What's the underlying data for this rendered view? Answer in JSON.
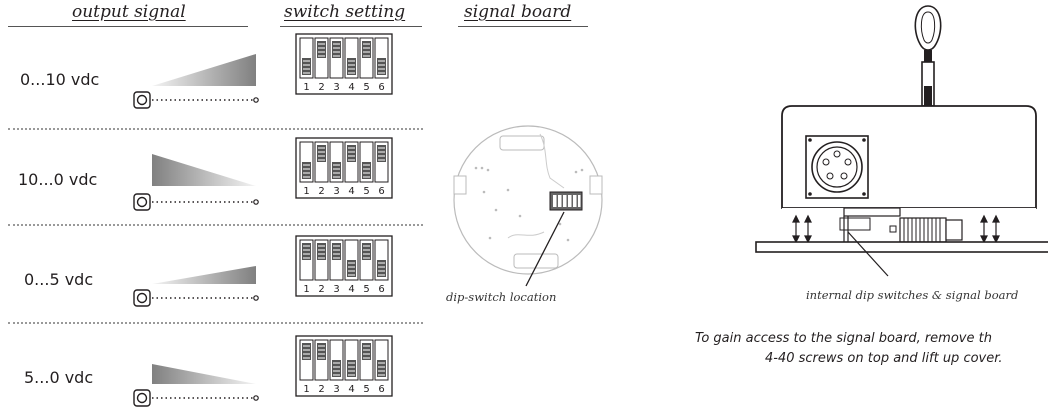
{
  "headers": {
    "output_signal": "output signal",
    "switch_setting": "switch setting",
    "signal_board": "signal board"
  },
  "rows": [
    {
      "label": "0...10 vdc",
      "ramp": "rising",
      "switch_numbers": [
        "1",
        "2",
        "3",
        "4",
        "5",
        "6"
      ]
    },
    {
      "label": "10...0 vdc",
      "ramp": "falling",
      "switch_numbers": [
        "1",
        "2",
        "3",
        "4",
        "5",
        "6"
      ]
    },
    {
      "label": "0...5 vdc",
      "ramp": "rising",
      "switch_numbers": [
        "1",
        "2",
        "3",
        "4",
        "5",
        "6"
      ]
    },
    {
      "label": "5...0 vdc",
      "ramp": "falling",
      "switch_numbers": [
        "1",
        "2",
        "3",
        "4",
        "5",
        "6"
      ]
    }
  ],
  "board": {
    "caption": "dip-switch location"
  },
  "device": {
    "caption": "internal dip switches & signal board",
    "note_line1": "To gain access to the signal board, remove th",
    "note_line2": "4-40 screws on top and lift up cover."
  },
  "colors": {
    "ink": "#231f20",
    "ramp_dark": "#808080",
    "ramp_light": "#f4f4f4",
    "divider": "#999999"
  }
}
